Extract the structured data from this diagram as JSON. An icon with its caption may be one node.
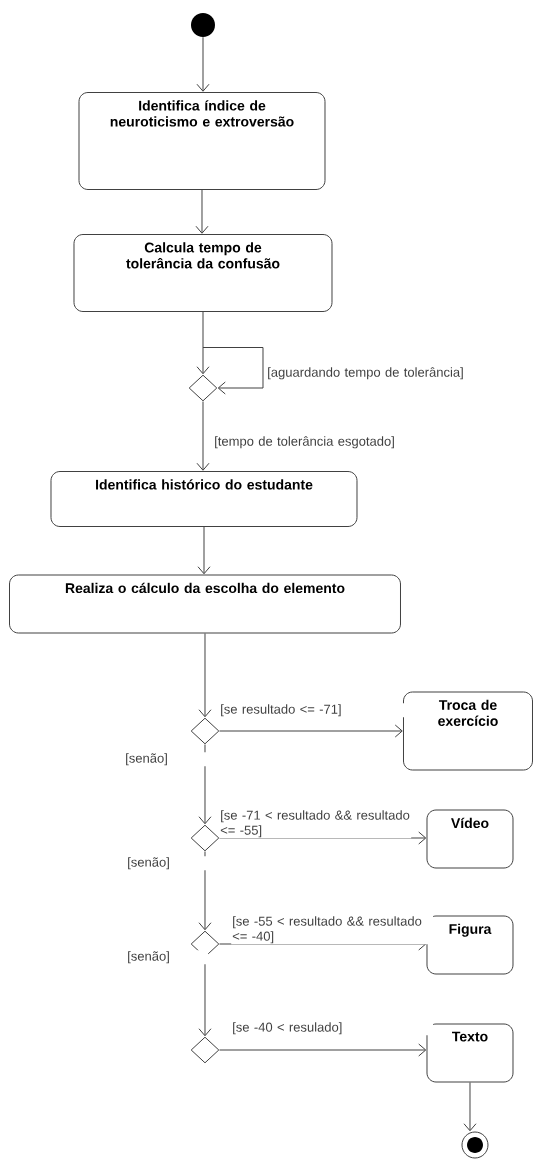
{
  "diagram": {
    "nodes": [
      {
        "text": [],
        "shape": "circle"
      },
      {
        "text": [
          "Identifica índice de neuroticismo e extroversão"
        ]
      },
      {
        "text": [
          "Calcula tempo de tolerância da confusão"
        ]
      },
      {
        "text": [],
        "shape": "diamond"
      },
      {
        "text": [
          "Identifica histórico do estudante"
        ]
      },
      {
        "text": [
          "Realiza o cálculo da escolha do elemento"
        ]
      },
      {
        "text": [],
        "shape": "diamond"
      },
      {
        "text": [
          "Troca de exercício"
        ]
      },
      {
        "text": [],
        "shape": "diamond"
      },
      {
        "text": [
          "Vídeo"
        ]
      },
      {
        "text": [],
        "shape": "diamond"
      },
      {
        "text": [
          "Figura"
        ]
      },
      {
        "text": [],
        "shape": "diamond"
      },
      {
        "text": [
          "Texto"
        ]
      },
      {
        "text": [],
        "shape": "circle"
      }
    ],
    "edges": [
      {
        "from": 0,
        "to": 1,
        "arrow": "to"
      },
      {
        "from": 1,
        "to": 2,
        "arrow": "to"
      },
      {
        "from": 2,
        "to": 3,
        "arrow": "to"
      },
      {
        "from": 3,
        "to": 3,
        "arrow": "to",
        "label": "[aguardando tempo de tolerância]"
      },
      {
        "from": 3,
        "to": 4,
        "arrow": "to",
        "label": "[tempo de tolerância esgotado]"
      },
      {
        "from": 4,
        "to": 5,
        "arrow": "to"
      },
      {
        "from": 5,
        "to": 6,
        "arrow": "to"
      },
      {
        "from": 6,
        "to": 7,
        "arrow": "to",
        "label": "[se resultado <= -71]"
      },
      {
        "from": 6,
        "to": 8,
        "arrow": "to",
        "label": "[senão]"
      },
      {
        "from": 8,
        "to": 9,
        "arrow": "to",
        "label": "[se -71 < resultado && resultado <= -55]"
      },
      {
        "from": 8,
        "to": 10,
        "arrow": "to",
        "label": "[senão]"
      },
      {
        "from": 10,
        "to": 11,
        "arrow": "to",
        "label": "[se -55 < resultado && resultado <= -40]"
      },
      {
        "from": 10,
        "to": 12,
        "arrow": "to",
        "label": "[senão]"
      },
      {
        "from": 12,
        "to": 13,
        "arrow": "to",
        "label": "[se -40 < resulado]"
      },
      {
        "from": 13,
        "to": 14,
        "arrow": "to"
      }
    ]
  }
}
